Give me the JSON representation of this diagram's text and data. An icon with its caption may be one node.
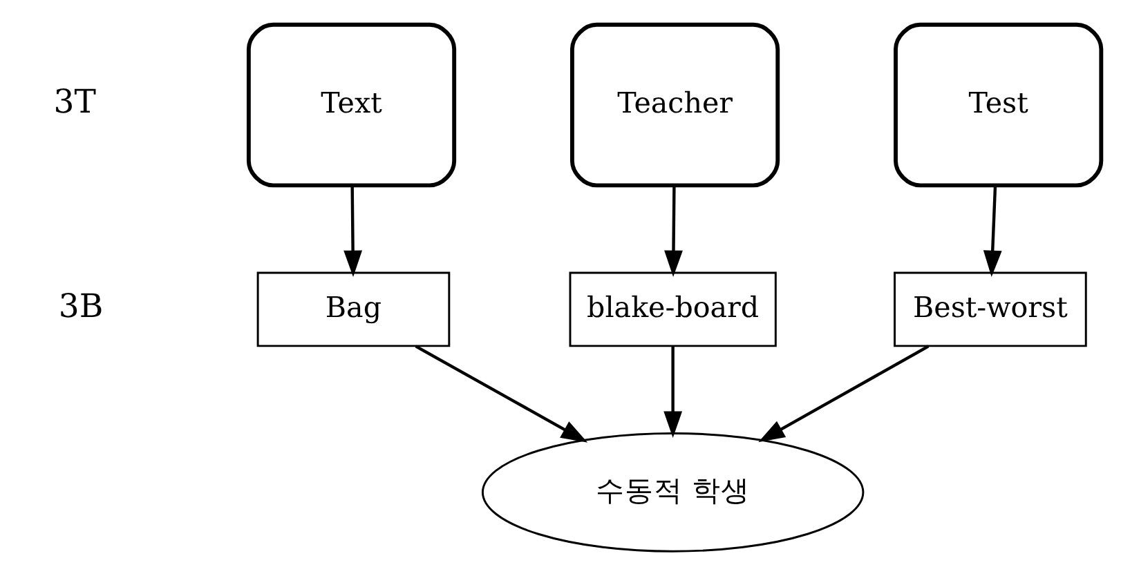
{
  "diagram": {
    "nodes": [
      {
        "text": [
          "Text"
        ]
      },
      {
        "text": [
          "Teacher"
        ]
      },
      {
        "text": [
          "Test"
        ]
      },
      {
        "text": [
          "Bag"
        ]
      },
      {
        "text": [
          "blake-board"
        ]
      },
      {
        "text": [
          "Best-worst"
        ]
      },
      {
        "text": [
          "수동적 학생"
        ]
      }
    ],
    "edges": [
      {
        "from": 0,
        "to": 3,
        "arrow": "to"
      },
      {
        "from": 1,
        "to": 4,
        "arrow": "to"
      },
      {
        "from": 2,
        "to": 5,
        "arrow": "to"
      },
      {
        "from": 3,
        "to": 6,
        "arrow": "to"
      },
      {
        "from": 4,
        "to": 6,
        "arrow": "to"
      },
      {
        "from": 5,
        "to": 6,
        "arrow": "to"
      }
    ],
    "labels": [
      "3T",
      "3B"
    ]
  }
}
